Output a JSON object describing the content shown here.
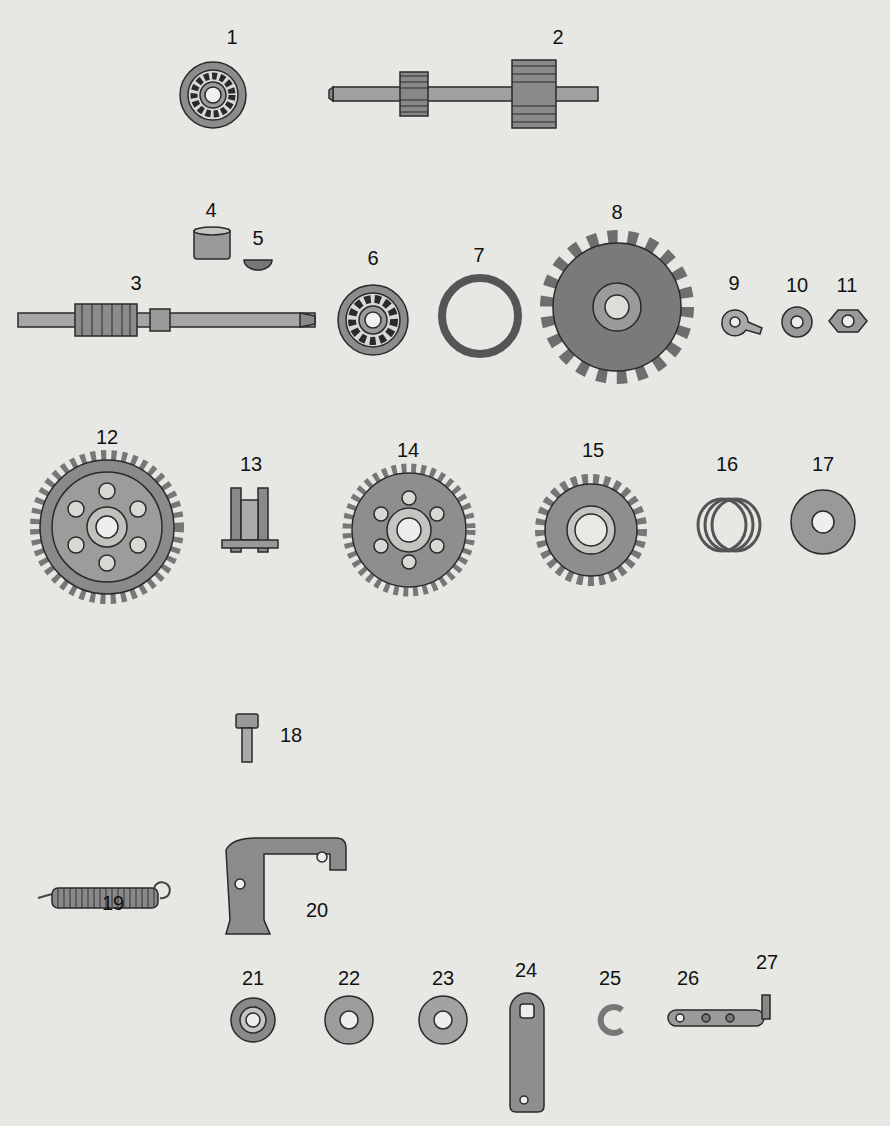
{
  "diagram": {
    "labels": [
      "1",
      "2",
      "3",
      "4",
      "5",
      "6",
      "7",
      "8",
      "9",
      "10",
      "11",
      "12",
      "13",
      "14",
      "15",
      "16",
      "17",
      "18",
      "19",
      "20",
      "21",
      "22",
      "23",
      "24",
      "25",
      "26",
      "27"
    ]
  }
}
